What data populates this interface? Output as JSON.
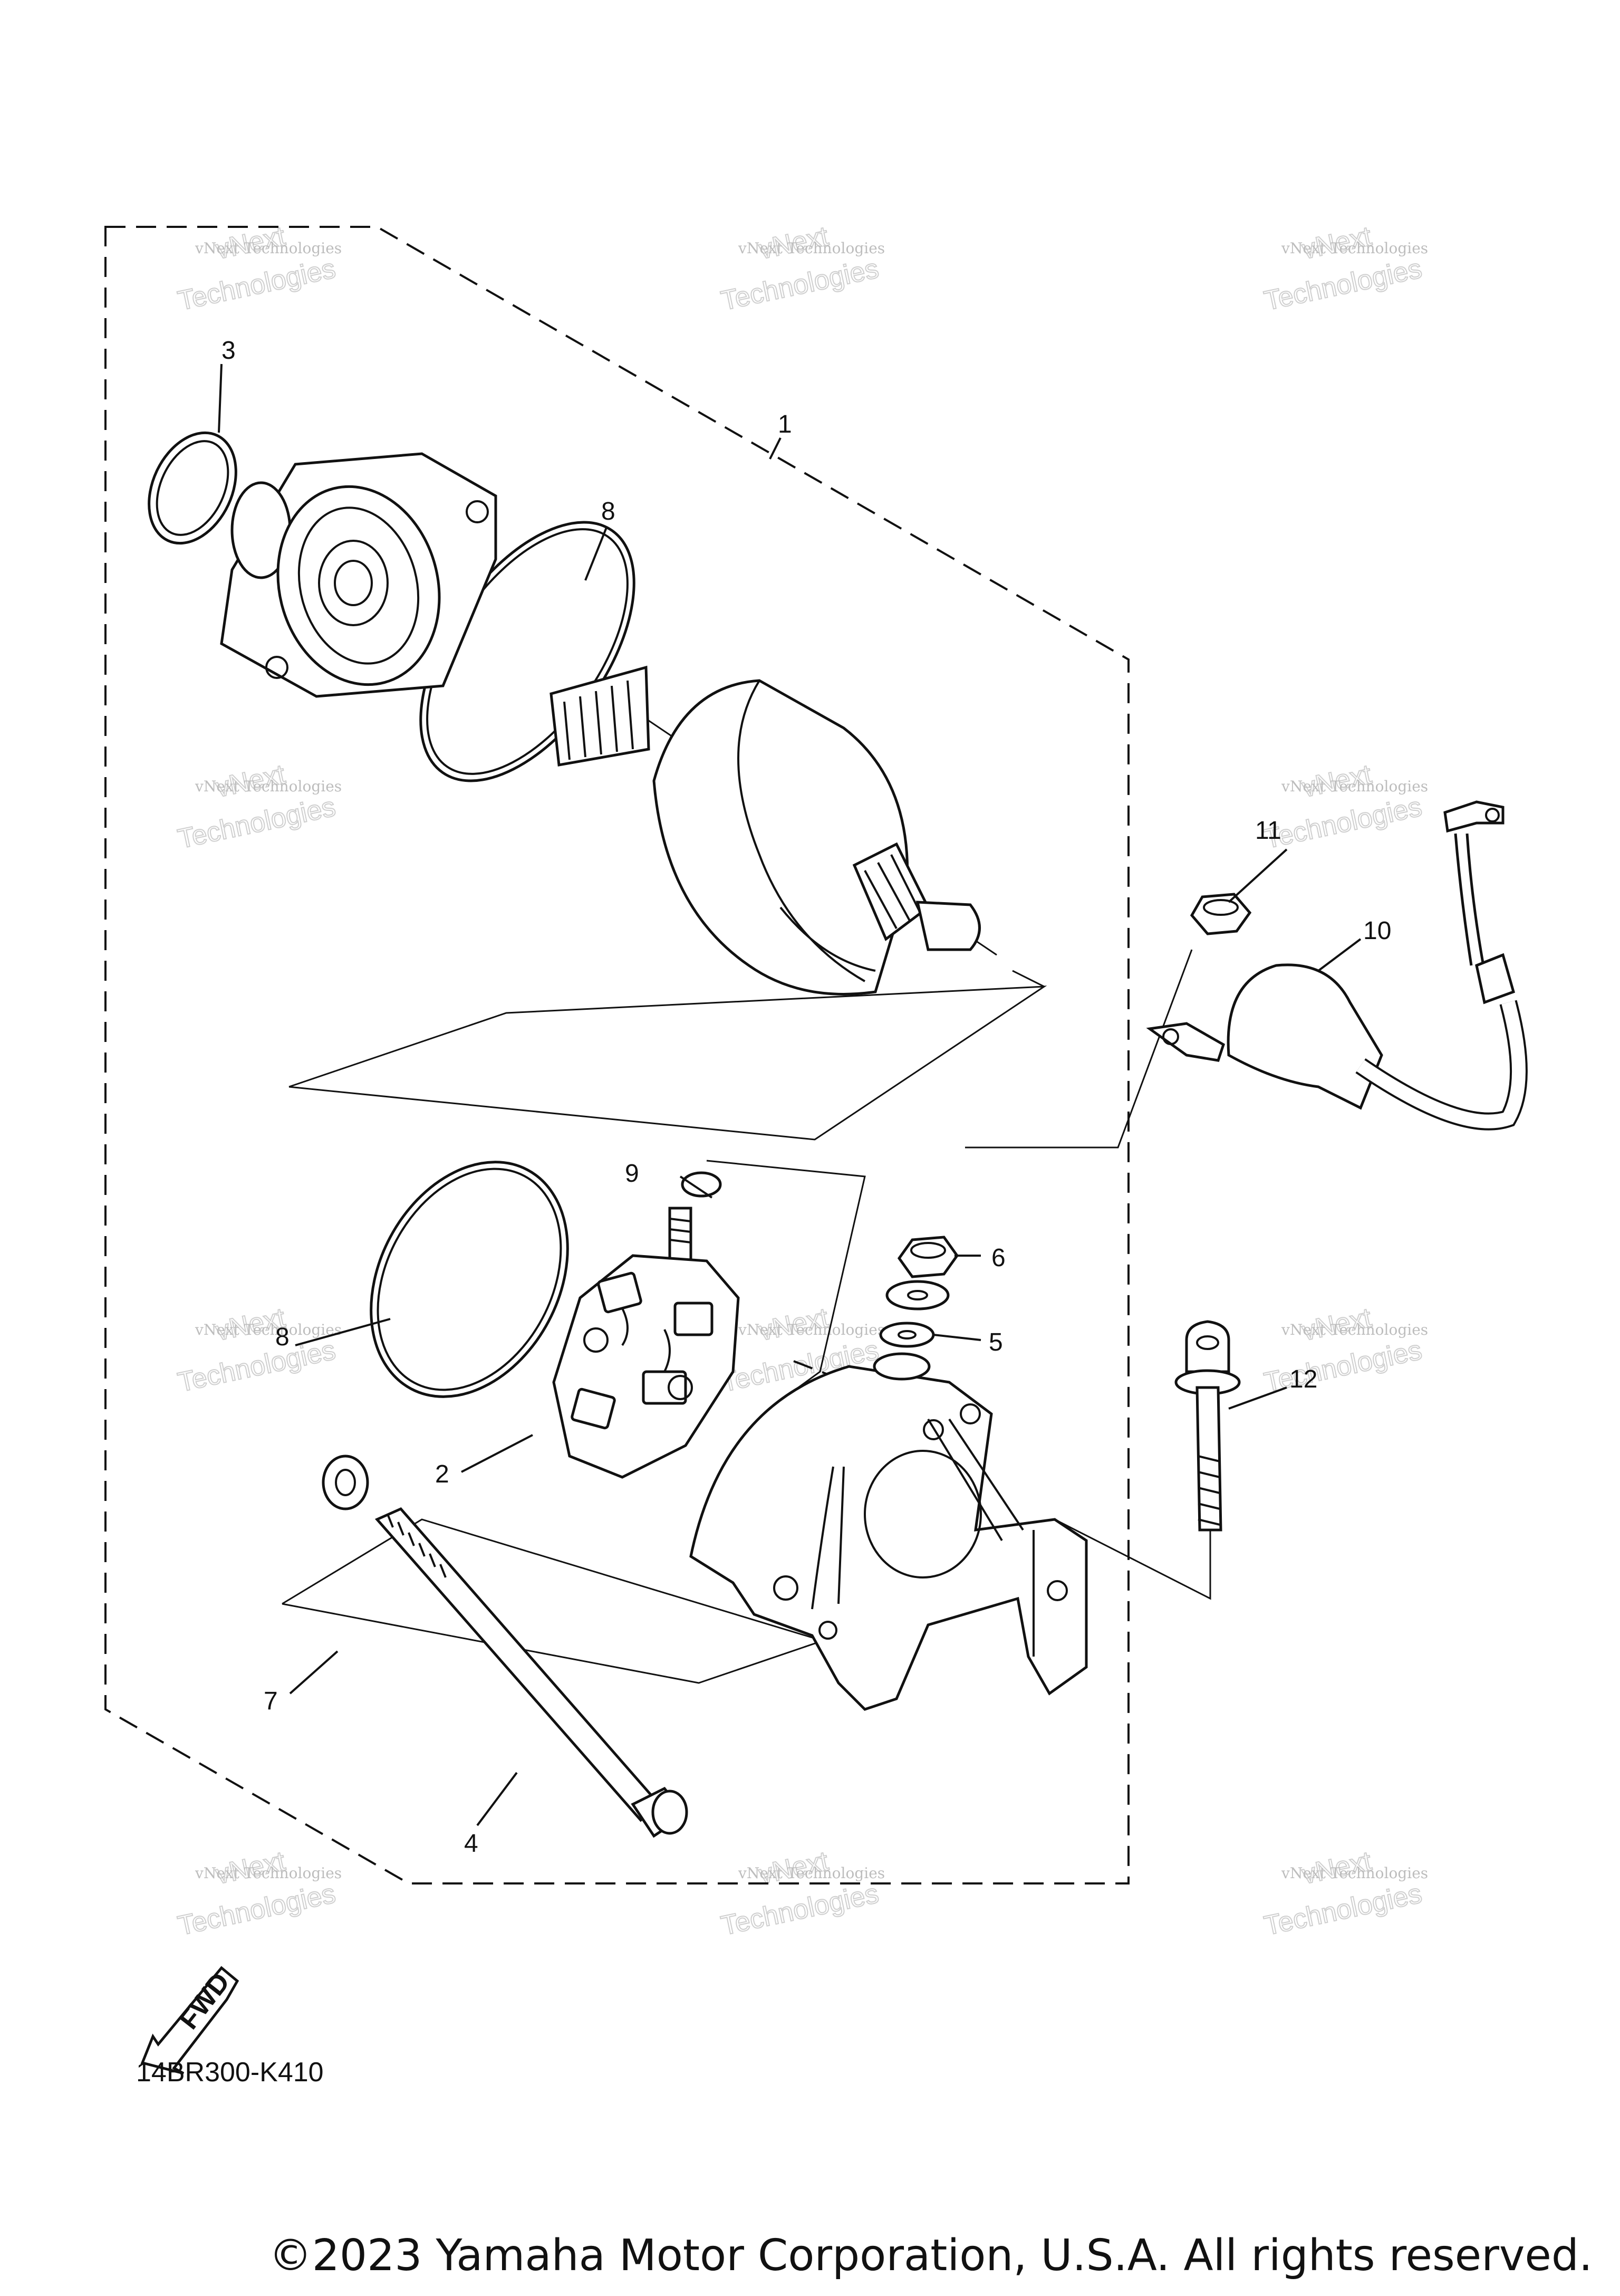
{
  "diagram": {
    "code": "14BR300-K410",
    "copyright": "©2023 Yamaha Motor Corporation, U.S.A. All rights reserved.",
    "fwd_label": "FWD",
    "callouts": {
      "c1": "1",
      "c2": "2",
      "c3": "3",
      "c4": "4",
      "c5": "5",
      "c6": "6",
      "c7": "7",
      "c8a": "8",
      "c8b": "8",
      "c9": "9",
      "c10": "10",
      "c11": "11",
      "c12": "12"
    },
    "watermark": {
      "line1": "vNext Technologies",
      "line2": "vNext",
      "line3": "Technologies"
    }
  }
}
